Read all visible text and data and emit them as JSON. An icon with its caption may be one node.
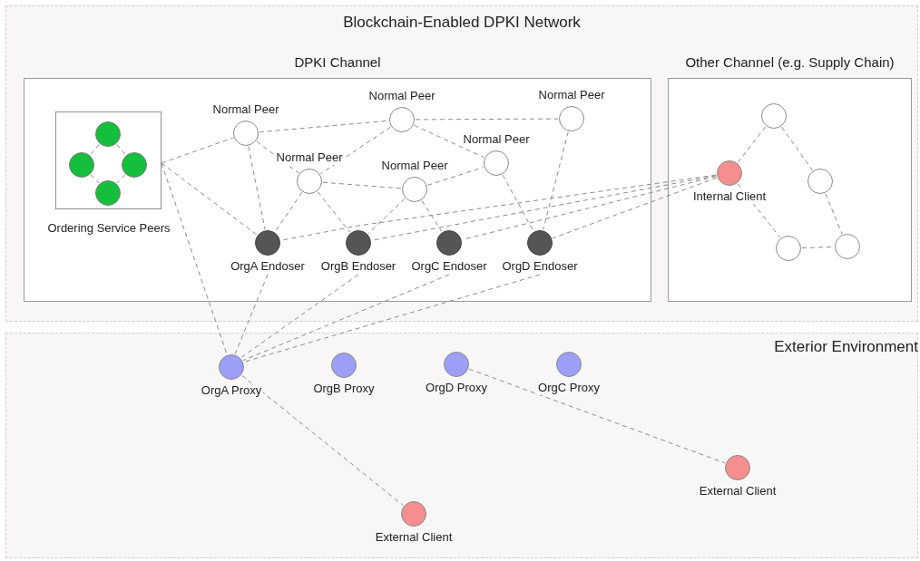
{
  "diagram": {
    "nodes": [
      {
        "text": [
          "Blockchain-Enabled DPKI Network"
        ]
      },
      {
        "text": [
          "DPKI Channel"
        ],
        "in": 0
      },
      {
        "text": [
          "Other Channel (e.g. Supply Chain)"
        ],
        "in": 0
      },
      {
        "text": [
          "Ordering Service Peers"
        ],
        "in": 1
      },
      {
        "text": [],
        "shape": "circle",
        "in": 3
      },
      {
        "text": [],
        "shape": "circle",
        "in": 3
      },
      {
        "text": [],
        "shape": "circle",
        "in": 3
      },
      {
        "text": [],
        "shape": "circle",
        "in": 3
      },
      {
        "text": [
          "Normal Peer"
        ],
        "in": 1
      },
      {
        "text": [
          "Normal Peer"
        ],
        "in": 1
      },
      {
        "text": [
          "Normal Peer"
        ],
        "in": 1
      },
      {
        "text": [
          "Normal Peer"
        ],
        "in": 1
      },
      {
        "text": [
          "Normal Peer"
        ],
        "in": 1
      },
      {
        "text": [
          "Normal Peer"
        ],
        "in": 1
      },
      {
        "text": [
          "OrgA Endoser"
        ],
        "in": 1
      },
      {
        "text": [
          "OrgB Endoser"
        ],
        "in": 1
      },
      {
        "text": [
          "OrgC Endoser"
        ],
        "in": 1
      },
      {
        "text": [
          "OrgD Endoser"
        ],
        "in": 1
      },
      {
        "text": [],
        "shape": "circle",
        "in": 2
      },
      {
        "text": [
          "Internal Client"
        ],
        "in": 2
      },
      {
        "text": [],
        "shape": "circle",
        "in": 2
      },
      {
        "text": [],
        "shape": "circle",
        "in": 2
      },
      {
        "text": [],
        "shape": "circle",
        "in": 2
      },
      {
        "text": [
          "Exterior Environment"
        ]
      },
      {
        "text": [
          "OrgA Proxy"
        ],
        "in": 23
      },
      {
        "text": [
          "OrgB Proxy"
        ],
        "in": 23
      },
      {
        "text": [
          "OrgD Proxy"
        ],
        "in": 23
      },
      {
        "text": [
          "OrgC Proxy"
        ],
        "in": 23
      },
      {
        "text": [
          "External Client"
        ],
        "in": 23
      },
      {
        "text": [
          "External Client"
        ],
        "in": 23
      }
    ],
    "edges": [
      {
        "from": 4,
        "to": 5,
        "arrow": "none"
      },
      {
        "from": 4,
        "to": 6,
        "arrow": "none"
      },
      {
        "from": 5,
        "to": 7,
        "arrow": "none"
      },
      {
        "from": 6,
        "to": 7,
        "arrow": "none"
      },
      {
        "from": 3,
        "to": 8,
        "arrow": "none"
      },
      {
        "from": 3,
        "to": 14,
        "arrow": "none"
      },
      {
        "from": 3,
        "to": 24,
        "arrow": "none"
      },
      {
        "from": 8,
        "to": 9,
        "arrow": "none"
      },
      {
        "from": 8,
        "to": 11,
        "arrow": "none"
      },
      {
        "from": 8,
        "to": 14,
        "arrow": "none"
      },
      {
        "from": 9,
        "to": 10,
        "arrow": "none"
      },
      {
        "from": 9,
        "to": 11,
        "arrow": "none"
      },
      {
        "from": 9,
        "to": 12,
        "arrow": "none"
      },
      {
        "from": 11,
        "to": 13,
        "arrow": "none"
      },
      {
        "from": 11,
        "to": 14,
        "arrow": "none"
      },
      {
        "from": 11,
        "to": 15,
        "arrow": "none"
      },
      {
        "from": 13,
        "to": 12,
        "arrow": "none"
      },
      {
        "from": 13,
        "to": 15,
        "arrow": "none"
      },
      {
        "from": 13,
        "to": 16,
        "arrow": "none"
      },
      {
        "from": 12,
        "to": 17,
        "arrow": "none"
      },
      {
        "from": 10,
        "to": 17,
        "arrow": "none"
      },
      {
        "from": 19,
        "to": 14,
        "arrow": "none"
      },
      {
        "from": 19,
        "to": 15,
        "arrow": "none"
      },
      {
        "from": 19,
        "to": 16,
        "arrow": "none"
      },
      {
        "from": 19,
        "to": 17,
        "arrow": "none"
      },
      {
        "from": 18,
        "to": 19,
        "arrow": "none"
      },
      {
        "from": 18,
        "to": 20,
        "arrow": "none"
      },
      {
        "from": 20,
        "to": 22,
        "arrow": "none"
      },
      {
        "from": 21,
        "to": 22,
        "arrow": "none"
      },
      {
        "from": 19,
        "to": 21,
        "arrow": "none"
      },
      {
        "from": 14,
        "to": 24,
        "arrow": "none"
      },
      {
        "from": 15,
        "to": 24,
        "arrow": "none"
      },
      {
        "from": 16,
        "to": 24,
        "arrow": "none"
      },
      {
        "from": 17,
        "to": 24,
        "arrow": "none"
      },
      {
        "from": 24,
        "to": 29,
        "arrow": "none"
      },
      {
        "from": 26,
        "to": 28,
        "arrow": "none"
      }
    ]
  }
}
